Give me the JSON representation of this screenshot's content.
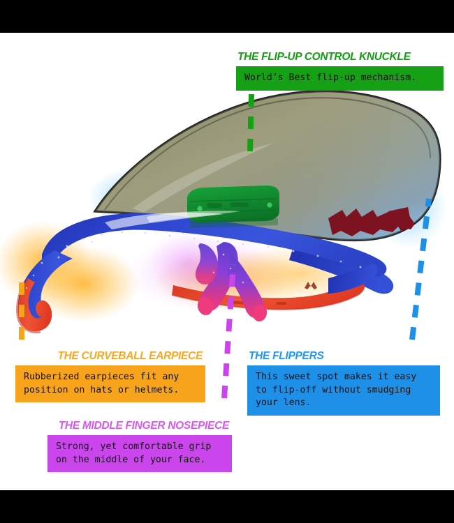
{
  "page": {
    "background_color": "#ffffff",
    "letterbox_color": "#000000",
    "subject": "sport sunglasses annotated product diagram"
  },
  "product": {
    "name": "flip-up sport sunglasses",
    "lens_logo_text": "",
    "colors": {
      "lens": "#8d8f78",
      "frame_blue": "#2b3fc4",
      "frame_purple": "#7a3fd0",
      "frame_pink": "#e8377f",
      "frame_red": "#e8412a",
      "knuckle_green": "#1f9a37",
      "lens_logo": "#7a1220"
    }
  },
  "callouts": [
    {
      "id": "knuckle",
      "title": "THE FLIP-UP CONTROL KNUCKLE",
      "body": "World’s Best flip-up mechanism.",
      "color": "#16a016",
      "title_color": "#12a012",
      "leader": "green-dashed-line"
    },
    {
      "id": "earpiece",
      "title": "THE CURVEBALL EARPIECE",
      "body": "Rubberized earpieces fit any\nposition on hats or helmets.",
      "color": "#F7A31C",
      "title_color": "#F9A722",
      "leader": "orange-dashed-line"
    },
    {
      "id": "flippers",
      "title": "THE FLIPPERS",
      "body": "This sweet spot makes it easy\nto flip-off without smudging\nyour lens.",
      "color": "#1E90E8",
      "title_color": "#2196F3",
      "leader": "blue-dashed-line"
    },
    {
      "id": "nosepiece",
      "title": "THE MIDDLE FINGER NOSEPIECE",
      "body": "Strong, yet comfortable grip\non the middle of your face.",
      "color": "#CB45EC",
      "title_color": "#D759EE",
      "leader": "magenta-dashed-line"
    }
  ]
}
